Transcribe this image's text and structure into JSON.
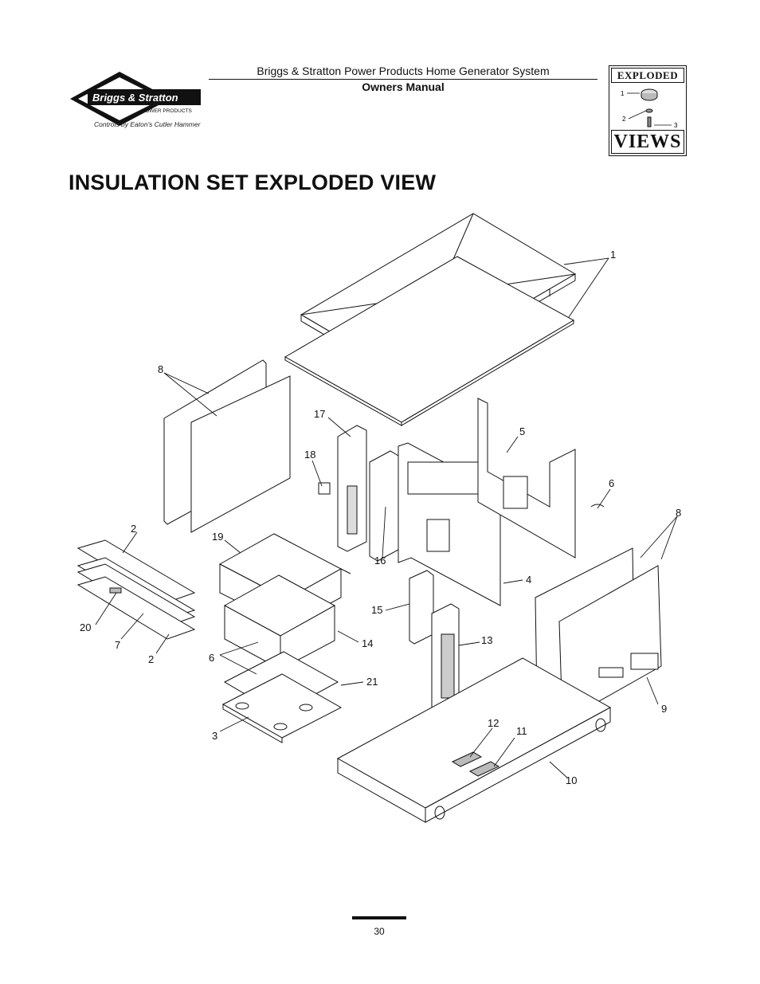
{
  "header": {
    "title": "Briggs & Stratton Power Products Home Generator System",
    "subtitle": "Owners Manual"
  },
  "logo": {
    "brand": "Briggs & Stratton",
    "sub": "POWER PRODUCTS",
    "tagline": "Controls by Eaton's Cutler Hammer"
  },
  "badge": {
    "top": "EXPLODED",
    "bottom": "VIEWS",
    "labels": [
      "1",
      "2",
      "3"
    ]
  },
  "page_title": "INSULATION SET EXPLODED VIEW",
  "callouts": {
    "c1": "1",
    "c2a": "2",
    "c2b": "2",
    "c3": "3",
    "c4": "4",
    "c5": "5",
    "c6a": "6",
    "c6b": "6",
    "c7": "7",
    "c8a": "8",
    "c8b": "8",
    "c9": "9",
    "c10": "10",
    "c11": "11",
    "c12": "12",
    "c13": "13",
    "c14": "14",
    "c15": "15",
    "c16": "16",
    "c17": "17",
    "c18": "18",
    "c19": "19",
    "c20": "20",
    "c21": "21"
  },
  "footer": {
    "page_number": "30"
  }
}
